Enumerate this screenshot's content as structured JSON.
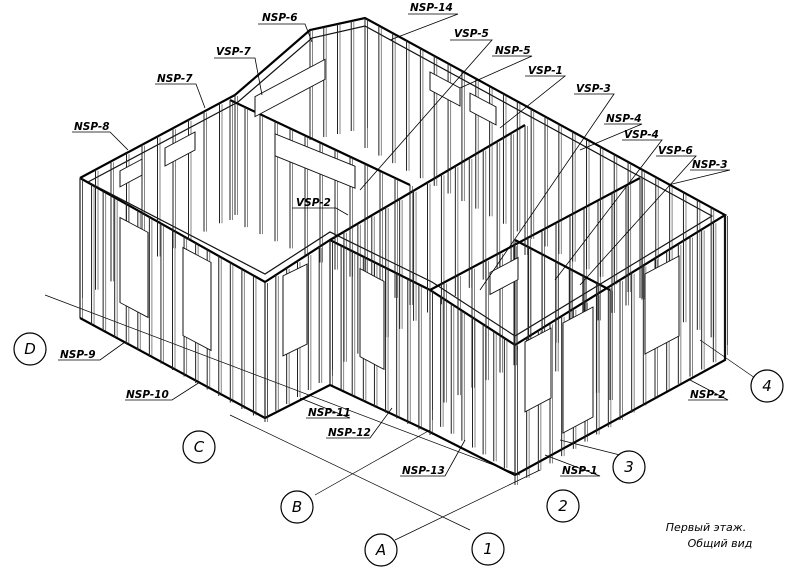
{
  "labels": {
    "nsp1": "NSP-1",
    "nsp2": "NSP-2",
    "nsp3": "NSP-3",
    "nsp4": "NSP-4",
    "nsp5": "NSP-5",
    "nsp6": "NSP-6",
    "nsp7": "NSP-7",
    "nsp8": "NSP-8",
    "nsp9": "NSP-9",
    "nsp10": "NSP-10",
    "nsp11": "NSP-11",
    "nsp12": "NSP-12",
    "nsp13": "NSP-13",
    "nsp14": "NSP-14",
    "vsp1": "VSP-1",
    "vsp2": "VSP-2",
    "vsp3": "VSP-3",
    "vsp4": "VSP-4",
    "vsp5": "VSP-5",
    "vsp6": "VSP-6",
    "vsp7": "VSP-7"
  },
  "axes": {
    "a": "A",
    "b": "B",
    "c": "C",
    "d": "D",
    "n1": "1",
    "n2": "2",
    "n3": "3",
    "n4": "4"
  },
  "caption": {
    "line1": "Первый этаж.",
    "line2": "Общий вид"
  }
}
